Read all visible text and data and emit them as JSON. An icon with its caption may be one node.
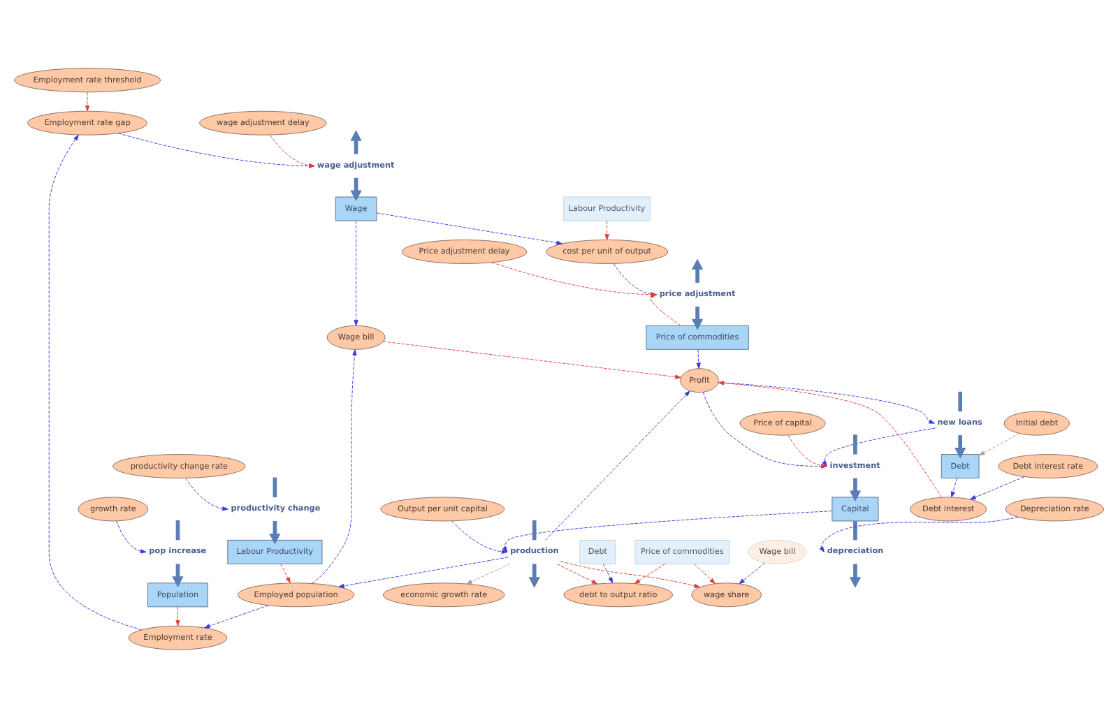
{
  "diagram": {
    "nodes": [
      {
        "text": [
          "Employment rate threshold"
        ]
      },
      {
        "text": [
          "growth rate"
        ]
      },
      {
        "text": [
          "Employment rate gap"
        ]
      },
      {
        "text": [
          "wage adjustment delay"
        ]
      },
      {
        "text": [
          "Employment rate"
        ]
      },
      {
        "text": [
          "pop increase"
        ]
      },
      {
        "text": [
          "Population"
        ]
      },
      {
        "text": [
          "wage adjustment"
        ]
      },
      {
        "text": [
          "Wage"
        ]
      },
      {
        "text": [
          "Labour Productivity"
        ]
      },
      {
        "text": [
          "Employed population"
        ]
      },
      {
        "text": [
          "Wage bill"
        ]
      },
      {
        "text": [
          "productivity change rate"
        ]
      },
      {
        "text": [
          "Profit"
        ]
      },
      {
        "text": [
          "cost per unit of output"
        ]
      },
      {
        "text": [
          "productivity change"
        ]
      },
      {
        "text": [
          "Labour Productivity"
        ]
      },
      {
        "text": [
          "Price of commodities"
        ]
      },
      {
        "text": [
          "price adjustment"
        ]
      },
      {
        "text": [
          "Debt"
        ]
      },
      {
        "text": [
          "debt to output ratio"
        ]
      },
      {
        "text": [
          "Debt interest"
        ]
      },
      {
        "text": [
          "Price adjustment delay"
        ]
      },
      {
        "text": [
          "Debt"
        ]
      },
      {
        "text": [
          "new loans"
        ]
      },
      {
        "text": [
          "Debt interest rate"
        ]
      },
      {
        "text": [
          "Price of commodities"
        ]
      },
      {
        "text": [
          "production"
        ]
      },
      {
        "text": [
          "Initial debt"
        ]
      },
      {
        "text": [
          "wage share"
        ]
      },
      {
        "text": [
          "Output per unit capital"
        ]
      },
      {
        "text": [
          "Wage bill"
        ]
      },
      {
        "text": [
          "Capital"
        ]
      },
      {
        "text": [
          "investment"
        ]
      },
      {
        "text": [
          "economic growth rate"
        ]
      },
      {
        "text": [
          "Depreciation rate"
        ]
      },
      {
        "text": [
          "Price of capital"
        ]
      },
      {
        "text": [
          "depreciation"
        ]
      }
    ],
    "edges": [
      {
        "from": 0,
        "to": 2,
        "arrow": "to",
        "style": "dashed",
        "color": "#e63c3c"
      },
      {
        "from": 1,
        "to": 5,
        "arrow": "to",
        "style": "dashed"
      },
      {
        "from": 12,
        "to": 15,
        "arrow": "to",
        "style": "dashed"
      },
      {
        "from": 6,
        "to": 4,
        "arrow": "to",
        "style": "dashed",
        "color": "#e63c3c"
      },
      {
        "from": 4,
        "to": 2,
        "arrow": "to",
        "style": "dashed"
      },
      {
        "from": 2,
        "to": 7,
        "arrow": "to",
        "style": "dashed"
      },
      {
        "from": 3,
        "to": 7,
        "arrow": "to",
        "style": "dashed",
        "color": "#e63c3c"
      },
      {
        "from": 10,
        "to": 4,
        "arrow": "to",
        "style": "dashed"
      },
      {
        "from": 16,
        "to": 10,
        "arrow": "to",
        "style": "dashed",
        "color": "#e63c3c"
      },
      {
        "from": 27,
        "to": 10,
        "arrow": "to",
        "style": "dashed"
      },
      {
        "from": 10,
        "to": 11,
        "arrow": "to",
        "style": "dashed"
      },
      {
        "from": 8,
        "to": 11,
        "arrow": "to",
        "style": "dashed"
      },
      {
        "from": 11,
        "to": 13,
        "arrow": "to",
        "style": "dashed",
        "color": "#e63c3c"
      },
      {
        "from": 8,
        "to": 14,
        "arrow": "to",
        "style": "dashed"
      },
      {
        "from": 9,
        "to": 14,
        "arrow": "to",
        "style": "dashed",
        "color": "#e63c3c"
      },
      {
        "from": 14,
        "to": 18,
        "arrow": "to",
        "style": "dashed"
      },
      {
        "from": 22,
        "to": 18,
        "arrow": "to",
        "style": "dashed",
        "color": "#e63c3c"
      },
      {
        "from": 17,
        "to": 18,
        "arrow": "to",
        "style": "dashed",
        "color": "#e63c3c"
      },
      {
        "from": 17,
        "to": 13,
        "arrow": "to",
        "style": "dashed"
      },
      {
        "from": 27,
        "to": 13,
        "arrow": "to",
        "style": "dashed"
      },
      {
        "from": 13,
        "to": 24,
        "arrow": "to",
        "style": "dashed"
      },
      {
        "from": 24,
        "to": 33,
        "arrow": "to",
        "style": "dashed"
      },
      {
        "from": 13,
        "to": 33,
        "arrow": "to",
        "style": "dashed"
      },
      {
        "from": 21,
        "to": 13,
        "arrow": "to",
        "style": "dashed",
        "color": "#e63c3c"
      },
      {
        "from": 23,
        "to": 21,
        "arrow": "to",
        "style": "dashed"
      },
      {
        "from": 25,
        "to": 21,
        "arrow": "to",
        "style": "dashed"
      },
      {
        "from": 28,
        "to": 23,
        "arrow": "to",
        "style": "dashed",
        "color": "#a0a0a0"
      },
      {
        "from": 19,
        "to": 20,
        "arrow": "to",
        "style": "dashed"
      },
      {
        "from": 26,
        "to": 20,
        "arrow": "to",
        "style": "dashed",
        "color": "#e63c3c"
      },
      {
        "from": 26,
        "to": 29,
        "arrow": "to",
        "style": "dashed",
        "color": "#e63c3c"
      },
      {
        "from": 27,
        "to": 20,
        "arrow": "to",
        "style": "dashed",
        "color": "#e63c3c"
      },
      {
        "from": 27,
        "to": 29,
        "arrow": "to",
        "style": "dashed",
        "color": "#e63c3c"
      },
      {
        "from": 31,
        "to": 29,
        "arrow": "to",
        "style": "dashed"
      },
      {
        "from": 27,
        "to": 34,
        "arrow": "to",
        "style": "dashed",
        "color": "#a0a0a0"
      },
      {
        "from": 30,
        "to": 27,
        "arrow": "to",
        "style": "dashed"
      },
      {
        "from": 32,
        "to": 27,
        "arrow": "to",
        "style": "dashed"
      },
      {
        "from": 35,
        "to": 37,
        "arrow": "to",
        "style": "dashed"
      },
      {
        "from": 36,
        "to": 33,
        "arrow": "to",
        "style": "dashed",
        "color": "#e63c3c"
      },
      {
        "from": null,
        "to": 5,
        "arrow": "none",
        "style": "thick",
        "color": "#5b7db5"
      },
      {
        "from": 5,
        "to": 6,
        "arrow": "to",
        "style": "thick",
        "color": "#5b7db5"
      },
      {
        "from": null,
        "to": 15,
        "arrow": "none",
        "style": "thick",
        "color": "#5b7db5"
      },
      {
        "from": 15,
        "to": 16,
        "arrow": "to",
        "style": "thick",
        "color": "#5b7db5"
      },
      {
        "from": 7,
        "to": null,
        "arrow": "to",
        "style": "thick",
        "color": "#5b7db5"
      },
      {
        "from": 7,
        "to": 8,
        "arrow": "to",
        "style": "thick",
        "color": "#5b7db5"
      },
      {
        "from": 18,
        "to": 17,
        "arrow": "to",
        "style": "thick",
        "color": "#5b7db5"
      },
      {
        "from": 18,
        "to": null,
        "arrow": "to",
        "style": "thick",
        "color": "#5b7db5"
      },
      {
        "from": null,
        "to": 24,
        "arrow": "none",
        "style": "thick",
        "color": "#5b7db5"
      },
      {
        "from": 24,
        "to": 23,
        "arrow": "to",
        "style": "thick",
        "color": "#5b7db5"
      },
      {
        "from": null,
        "to": 27,
        "arrow": "none",
        "style": "thick",
        "color": "#5b7db5"
      },
      {
        "from": 27,
        "to": null,
        "arrow": "to",
        "style": "thick",
        "color": "#5b7db5"
      },
      {
        "from": null,
        "to": 33,
        "arrow": "none",
        "style": "thick",
        "color": "#5b7db5"
      },
      {
        "from": 33,
        "to": 32,
        "arrow": "to",
        "style": "thick",
        "color": "#5b7db5"
      },
      {
        "from": 32,
        "to": 37,
        "arrow": "none",
        "style": "thick",
        "color": "#5b7db5"
      },
      {
        "from": 37,
        "to": null,
        "arrow": "to",
        "style": "thick",
        "color": "#5b7db5"
      }
    ]
  }
}
